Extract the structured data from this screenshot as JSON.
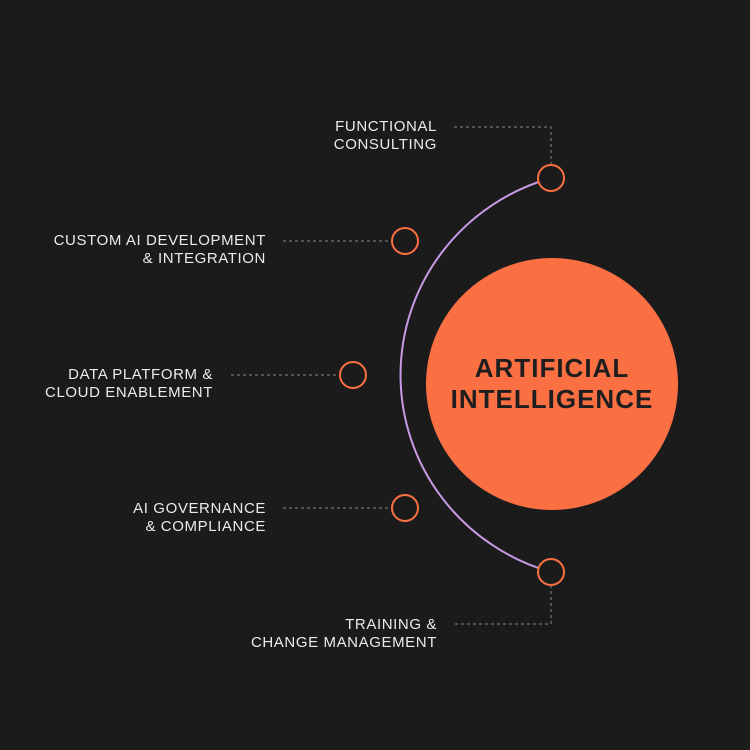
{
  "center": {
    "line1": "ARTIFICIAL",
    "line2": "INTELLIGENCE"
  },
  "items": [
    {
      "line1": "FUNCTIONAL",
      "line2": "CONSULTING"
    },
    {
      "line1": "CUSTOM AI DEVELOPMENT",
      "line2": "& INTEGRATION"
    },
    {
      "line1": "DATA PLATFORM &",
      "line2": "CLOUD ENABLEMENT"
    },
    {
      "line1": "AI GOVERNANCE",
      "line2": "& COMPLIANCE"
    },
    {
      "line1": "TRAINING &",
      "line2": "CHANGE MANAGEMENT"
    }
  ],
  "colors": {
    "background": "#1c1b1b",
    "accent": "#fa7043",
    "arc": "#c79ae6",
    "text": "#ecebea",
    "connector": "#8a8a8a"
  }
}
